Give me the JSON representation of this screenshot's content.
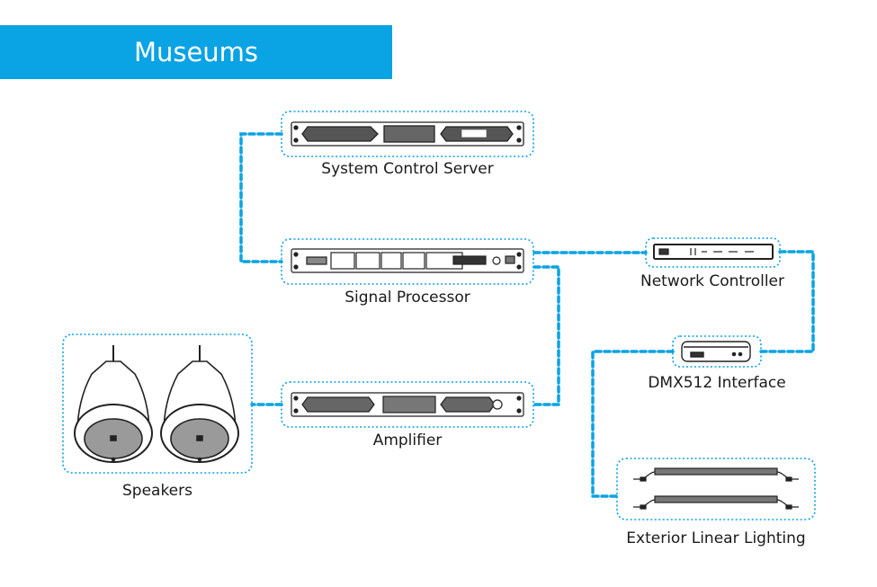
{
  "header": {
    "title": "Museums"
  },
  "colors": {
    "accent": "#0aa3e4",
    "connector": "#0aa3e4",
    "device_stroke": "#222222"
  },
  "nodes": {
    "server": {
      "label": "System Control Server"
    },
    "processor": {
      "label": "Signal Processor"
    },
    "network_controller": {
      "label": "Network Controller"
    },
    "dmx": {
      "label": "DMX512 Interface"
    },
    "amplifier": {
      "label": "Amplifier"
    },
    "speakers": {
      "label": "Speakers"
    },
    "lighting": {
      "label": "Exterior Linear Lighting"
    }
  },
  "connections": [
    {
      "from": "server",
      "to": "processor"
    },
    {
      "from": "processor",
      "to": "network_controller"
    },
    {
      "from": "processor",
      "to": "amplifier"
    },
    {
      "from": "amplifier",
      "to": "speakers"
    },
    {
      "from": "network_controller",
      "to": "dmx"
    },
    {
      "from": "dmx",
      "to": "lighting"
    }
  ]
}
